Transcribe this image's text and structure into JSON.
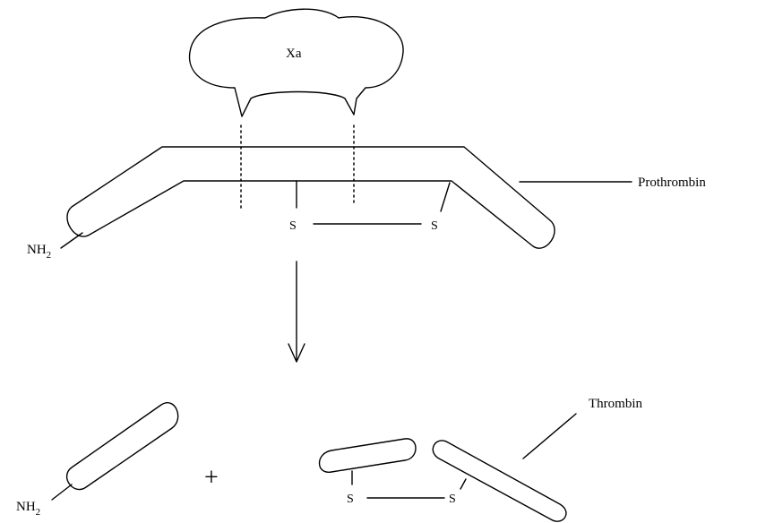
{
  "top": {
    "enzyme_label": "Xa",
    "precursor_label": "Prothrombin",
    "amino_terminus_label": "NH",
    "amino_terminus_subscript": "2",
    "disulfide_left": "S",
    "disulfide_right": "S"
  },
  "bottom": {
    "fragment_amino_label": "NH",
    "fragment_amino_subscript": "2",
    "plus_sign": "+",
    "product_label": "Thrombin",
    "disulfide_left": "S",
    "disulfide_right": "S"
  }
}
